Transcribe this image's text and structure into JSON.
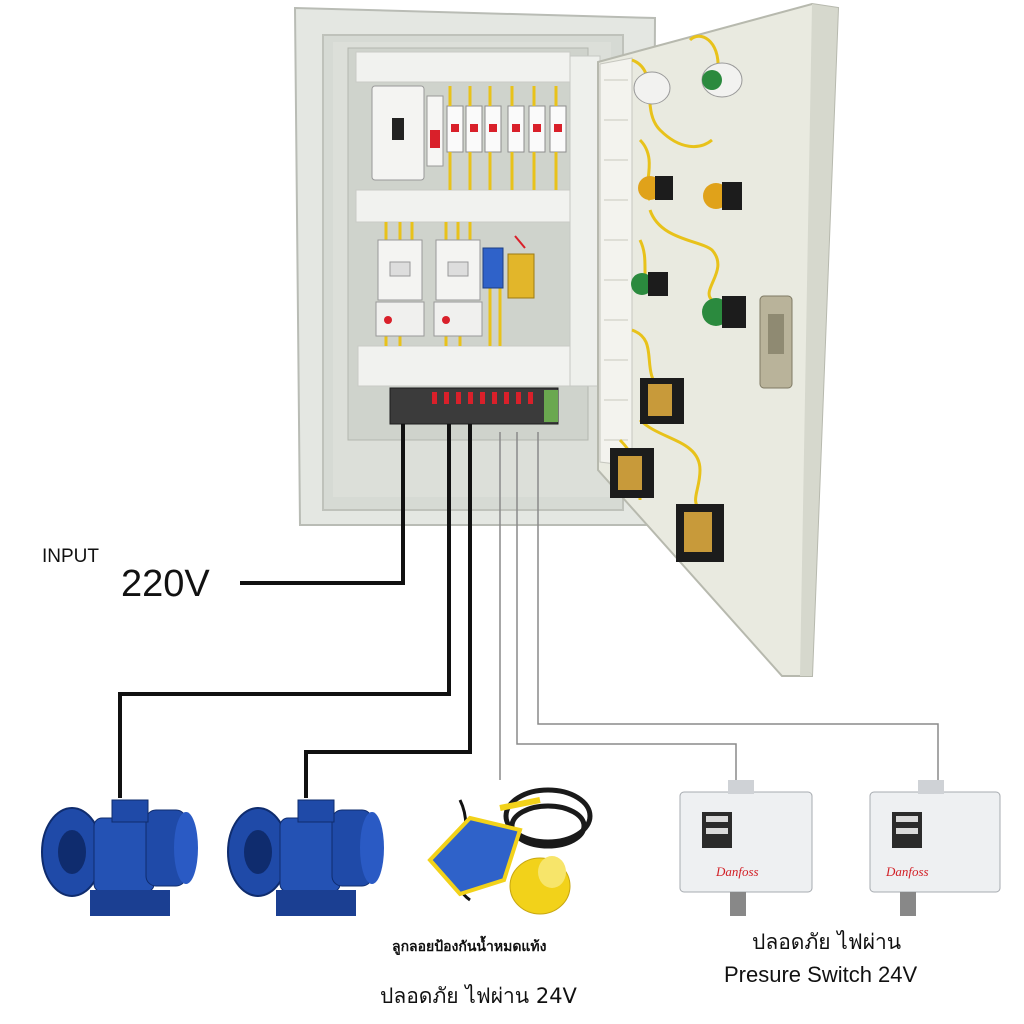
{
  "labels": {
    "input_small": "INPUT",
    "input_voltage": "220V",
    "float_switch_title": "ลูกลอยป้องกันน้ำหมดแท้ง",
    "float_switch_sub": "ปลอดภัย ไฟผ่าน 24V",
    "pressure_switch_title": "ปลอดภัย ไฟผ่าน",
    "pressure_switch_sub": "Presure Switch  24V"
  },
  "brand": {
    "pressure_switch_logo": "Danfoss"
  },
  "colors": {
    "cabinet": "#e4e7e2",
    "cabinet_inner": "#d6dad4",
    "door": "#e9eae0",
    "wire_power": "#111111",
    "wire_signal": "#8a8a8a",
    "wire_internal": "#e8c21a",
    "wire_tip": "#d9202a",
    "pump_blue": "#1f4aa8",
    "float_yellow": "#f2d21a",
    "float_blue": "#2f62c9",
    "switch_body": "#eef0f2",
    "danfoss_red": "#d21f26"
  },
  "icons": [
    "control-cabinet-icon",
    "pump-icon",
    "float-switch-icon",
    "pressure-switch-icon",
    "pilot-lamp-icon",
    "selector-switch-icon"
  ]
}
